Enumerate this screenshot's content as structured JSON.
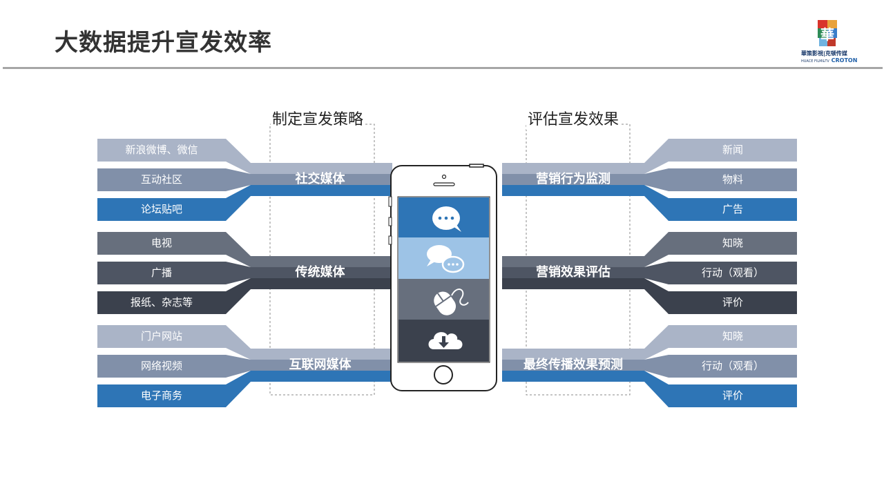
{
  "title": "大数据提升宣发效率",
  "logo": {
    "name_cn": "華策影視",
    "name_en": "HUACE FILM&TV",
    "partner_cn": "克顿传媒",
    "partner_en": "CROTON"
  },
  "headers": {
    "strategy": "制定宣发策略",
    "evaluate": "评估宣发效果"
  },
  "colors": {
    "c1": "#aab4c7",
    "c2": "#8190a9",
    "c3": "#2e75b6",
    "d1": "#676f7d",
    "d2": "#4e5563",
    "d3": "#3b414d",
    "phone_blue": "#2e75b6",
    "phone_light": "#9dc3e6",
    "phone_gray": "#676f7d",
    "phone_dark": "#3b414d"
  },
  "left_groups": [
    {
      "hub": "社交媒体",
      "items": [
        "新浪微博、微信",
        "互动社区",
        "论坛贴吧"
      ]
    },
    {
      "hub": "传统媒体",
      "items": [
        "电视",
        "广播",
        "报纸、杂志等"
      ]
    },
    {
      "hub": "互联网媒体",
      "items": [
        "门户网站",
        "网络视频",
        "电子商务"
      ]
    }
  ],
  "right_groups": [
    {
      "hub": "营销行为监测",
      "items": [
        "新闻",
        "物料",
        "广告"
      ]
    },
    {
      "hub": "营销效果评估",
      "items": [
        "知晓",
        "行动（观看）",
        "评价"
      ]
    },
    {
      "hub": "最终传播效果预测",
      "items": [
        "知晓",
        "行动（观看）",
        "评价"
      ]
    }
  ],
  "phone_icons": [
    "chat-bubble-icon",
    "conversation-icon",
    "mouse-icon",
    "cloud-download-icon"
  ]
}
